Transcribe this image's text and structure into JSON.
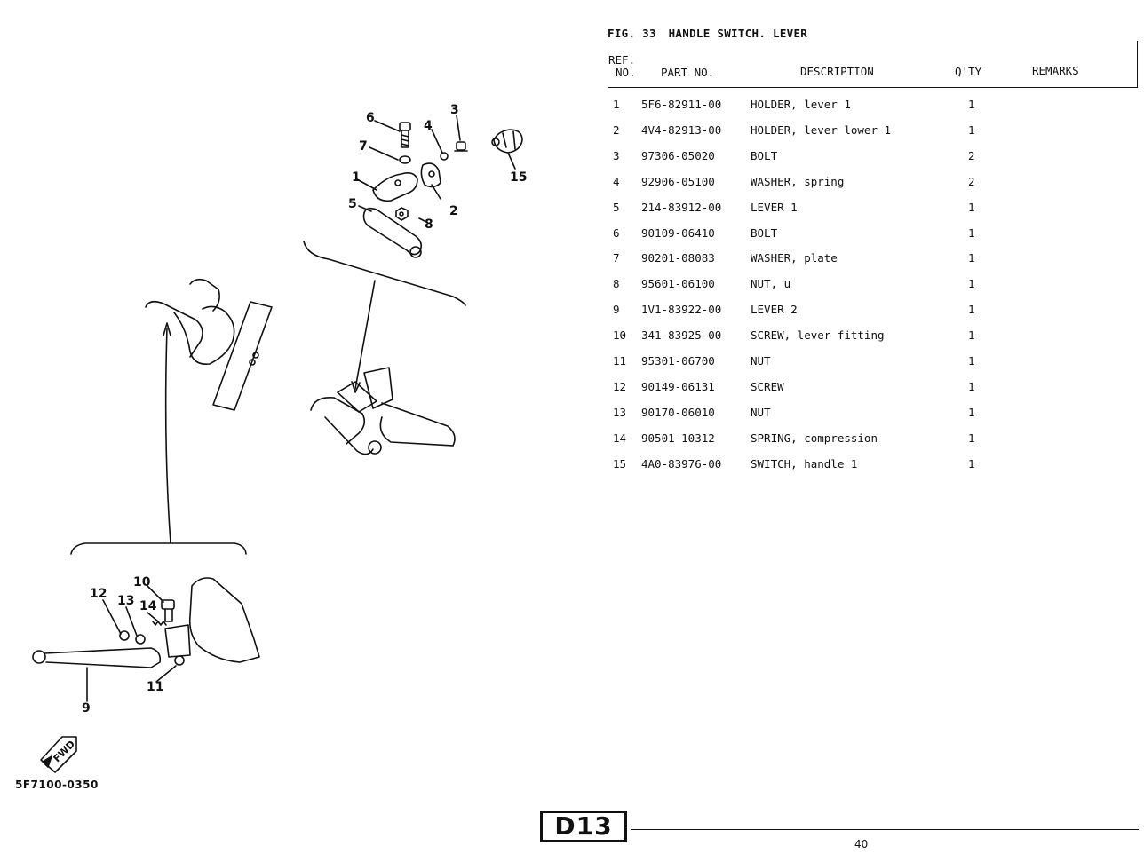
{
  "figure": {
    "number": "FIG. 33",
    "title": "HANDLE SWITCH. LEVER"
  },
  "columns": {
    "ref": "REF.",
    "ref_no": "NO.",
    "part_no": "PART NO.",
    "description": "DESCRIPTION",
    "qty": "Q'TY",
    "remarks": "REMARKS"
  },
  "rows": [
    {
      "ref": "1",
      "part_no": "5F6-82911-00",
      "description": "HOLDER, lever 1",
      "qty": "1",
      "remarks": ""
    },
    {
      "ref": "2",
      "part_no": "4V4-82913-00",
      "description": "HOLDER, lever lower 1",
      "qty": "1",
      "remarks": ""
    },
    {
      "ref": "3",
      "part_no": "97306-05020",
      "description": "BOLT",
      "qty": "2",
      "remarks": ""
    },
    {
      "ref": "4",
      "part_no": "92906-05100",
      "description": "WASHER, spring",
      "qty": "2",
      "remarks": ""
    },
    {
      "ref": "5",
      "part_no": "214-83912-00",
      "description": "LEVER 1",
      "qty": "1",
      "remarks": ""
    },
    {
      "ref": "6",
      "part_no": "90109-06410",
      "description": "BOLT",
      "qty": "1",
      "remarks": ""
    },
    {
      "ref": "7",
      "part_no": "90201-08083",
      "description": "WASHER, plate",
      "qty": "1",
      "remarks": ""
    },
    {
      "ref": "8",
      "part_no": "95601-06100",
      "description": "NUT, u",
      "qty": "1",
      "remarks": ""
    },
    {
      "ref": "9",
      "part_no": "1V1-83922-00",
      "description": "LEVER 2",
      "qty": "1",
      "remarks": ""
    },
    {
      "ref": "10",
      "part_no": "341-83925-00",
      "description": "SCREW, lever fitting",
      "qty": "1",
      "remarks": ""
    },
    {
      "ref": "11",
      "part_no": "95301-06700",
      "description": "NUT",
      "qty": "1",
      "remarks": ""
    },
    {
      "ref": "12",
      "part_no": "90149-06131",
      "description": "SCREW",
      "qty": "1",
      "remarks": ""
    },
    {
      "ref": "13",
      "part_no": "90170-06010",
      "description": "NUT",
      "qty": "1",
      "remarks": ""
    },
    {
      "ref": "14",
      "part_no": "90501-10312",
      "description": "SPRING, compression",
      "qty": "1",
      "remarks": ""
    },
    {
      "ref": "15",
      "part_no": "4A0-83976-00",
      "description": "SWITCH, handle 1",
      "qty": "1",
      "remarks": ""
    }
  ],
  "diagram": {
    "callouts": [
      "1",
      "2",
      "3",
      "4",
      "5",
      "6",
      "7",
      "8",
      "9",
      "10",
      "11",
      "12",
      "13",
      "14",
      "15"
    ],
    "drawing_code": "5F7100-0350",
    "fwd_label": "FWD"
  },
  "footer": {
    "section_code": "D13",
    "page_number": "40"
  }
}
